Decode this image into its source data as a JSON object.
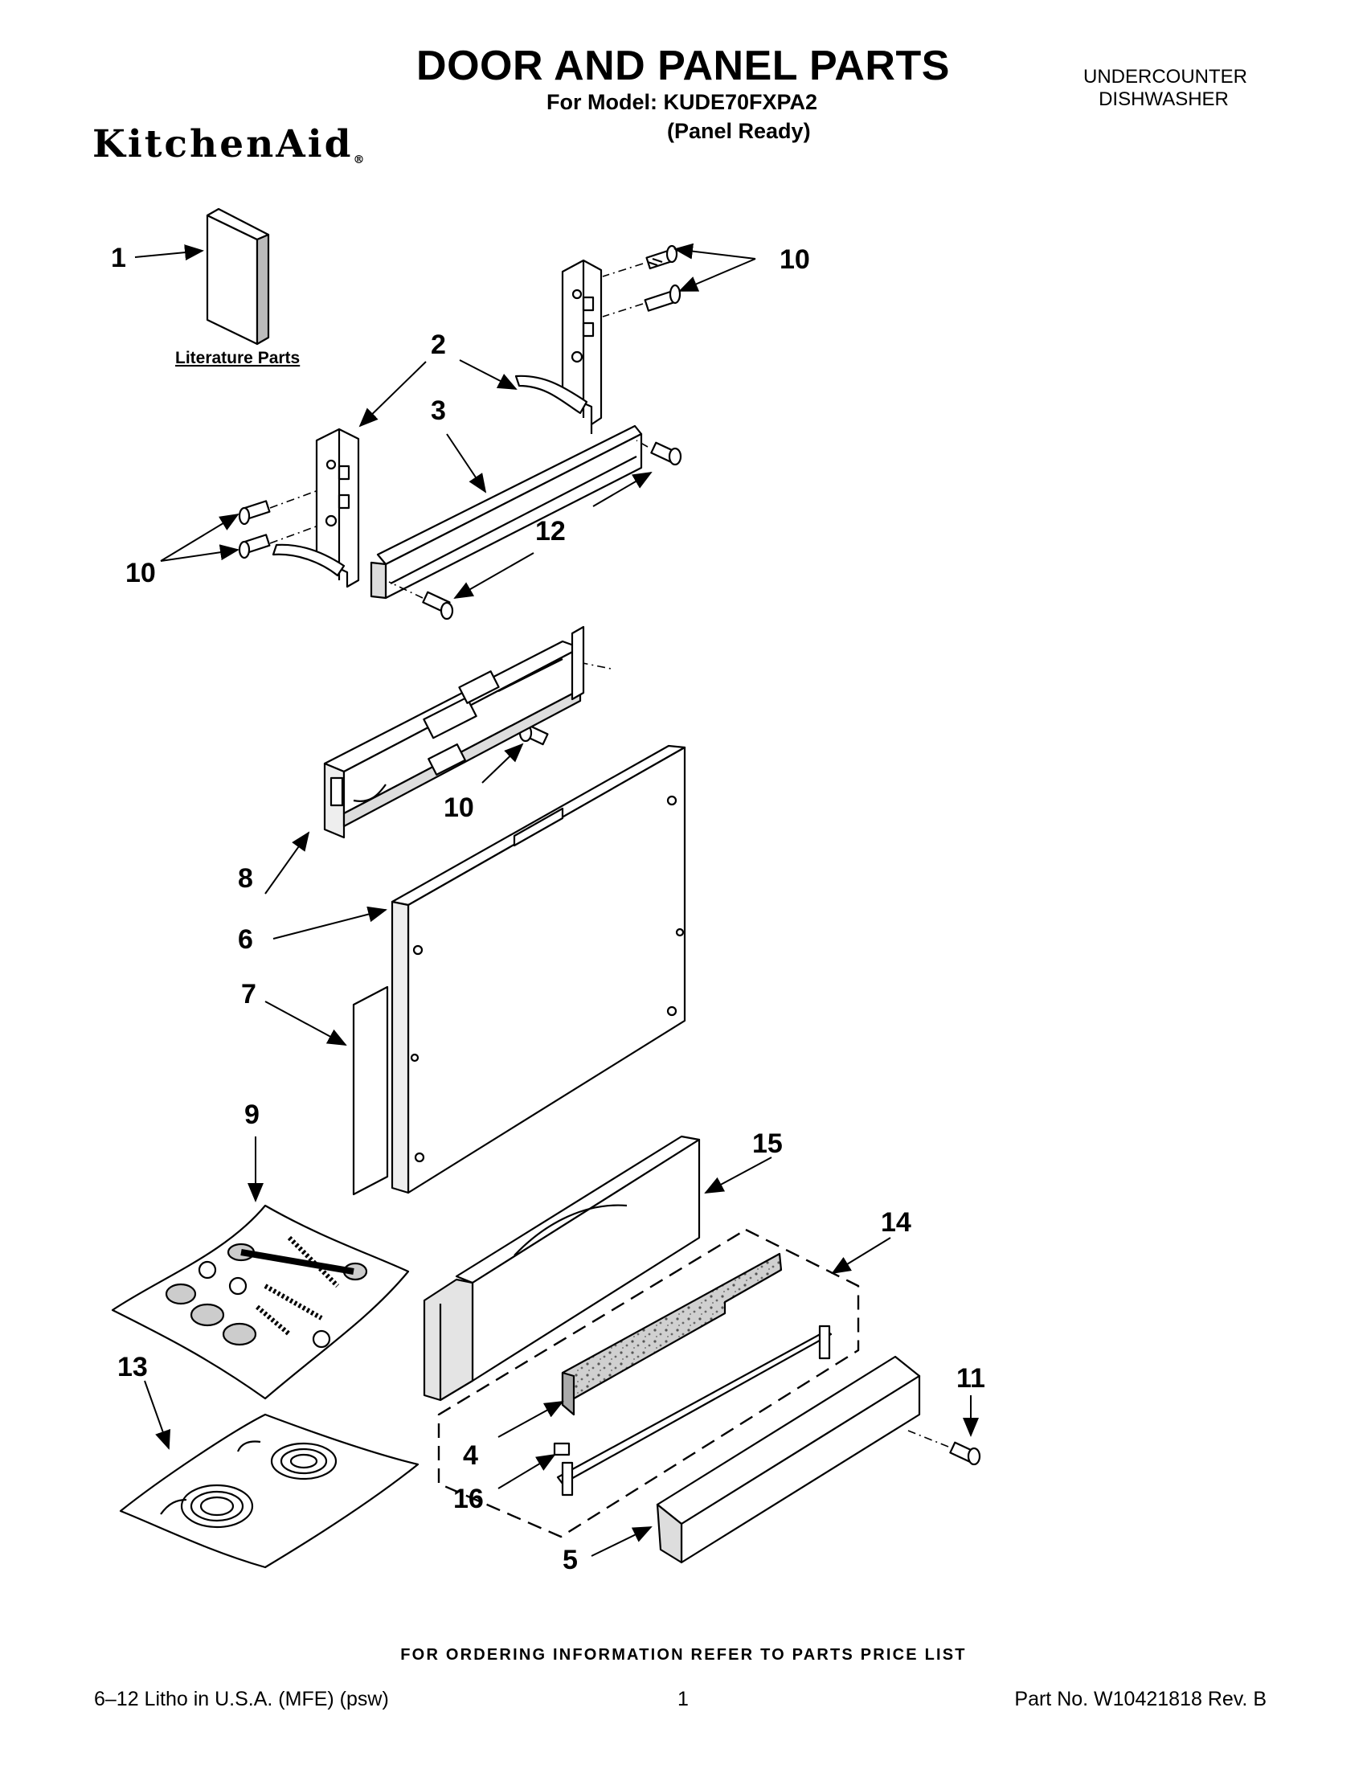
{
  "header": {
    "title": "DOOR AND PANEL PARTS",
    "model_line": "For Model: KUDE70FXPA2",
    "model_sub": "(Panel Ready)",
    "product_type_line1": "UNDERCOUNTER",
    "product_type_line2": "DISHWASHER",
    "brand": "KitchenAid",
    "brand_mark": "®"
  },
  "diagram": {
    "literature_label": "Literature Parts",
    "callouts": {
      "c1": "1",
      "c2": "2",
      "c3": "3",
      "c4": "4",
      "c5": "5",
      "c6": "6",
      "c7": "7",
      "c8": "8",
      "c9": "9",
      "c10a": "10",
      "c10b": "10",
      "c10c": "10",
      "c11": "11",
      "c12": "12",
      "c13": "13",
      "c14": "14",
      "c15": "15",
      "c16": "16"
    },
    "colors": {
      "line": "#000000",
      "fill": "#ffffff",
      "shade": "#d9d9d9",
      "foam": "#bdbdbd"
    }
  },
  "footer": {
    "ordering_note": "FOR ORDERING INFORMATION REFER TO PARTS PRICE LIST",
    "litho": "6–12 Litho in U.S.A. (MFE) (psw)",
    "page_number": "1",
    "part_number": "Part No. W10421818 Rev. B"
  }
}
